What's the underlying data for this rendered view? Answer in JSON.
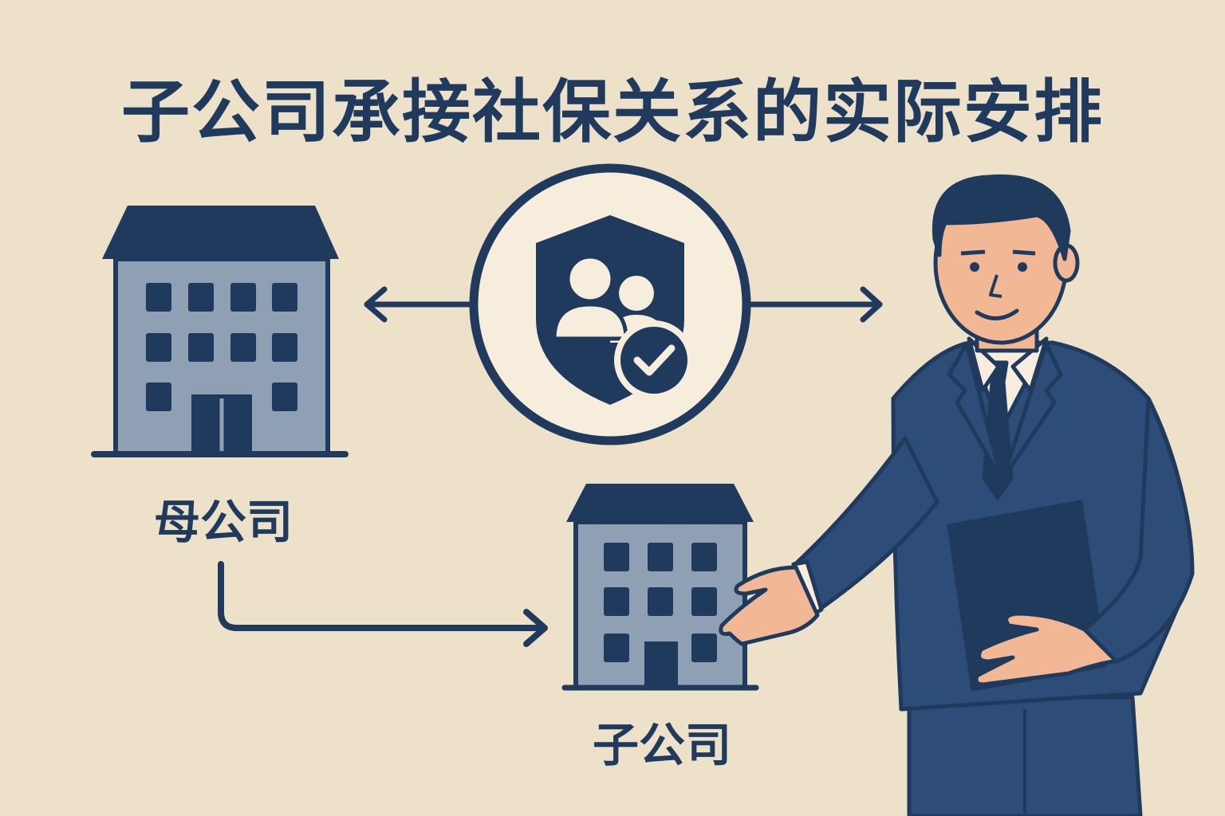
{
  "title": "子公司承接社保关系的实际安排",
  "nodes": {
    "parent_company": {
      "label": "母公司",
      "icon": "building-icon"
    },
    "subsidiary": {
      "label": "子公司",
      "icon": "building-icon"
    },
    "social_security": {
      "icon": "shield-people-check-icon"
    },
    "person": {
      "icon": "businessman-icon"
    }
  },
  "colors": {
    "background": "#ede1c9",
    "navy": "#1f3a5c",
    "building": "#8f9fb4",
    "skin": "#f2b896",
    "suit": "#2d4d78"
  }
}
